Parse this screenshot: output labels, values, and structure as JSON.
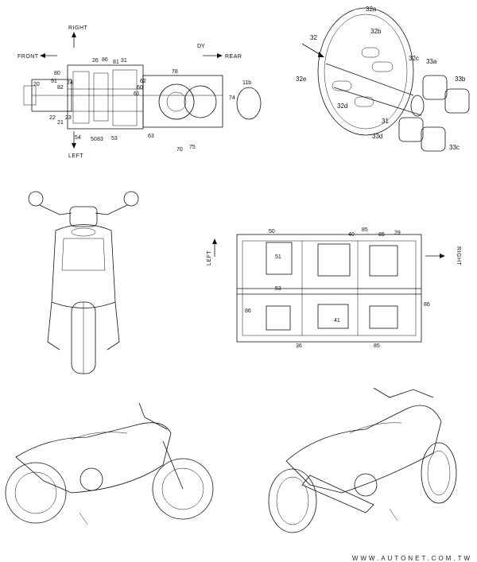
{
  "panel_engine_top": {
    "directions": {
      "right": "RIGHT",
      "front": "FRONT",
      "rear": "REAR",
      "left": "LEFT",
      "dy": "DY"
    },
    "labels": [
      "20",
      "80",
      "91",
      "82",
      "24",
      "22",
      "21",
      "23",
      "26",
      "86",
      "81",
      "31",
      "62",
      "60",
      "61",
      "78",
      "74",
      "11b",
      "54",
      "50",
      "83",
      "53",
      "63",
      "70",
      "75"
    ]
  },
  "panel_gear": {
    "labels": [
      "32",
      "32a",
      "32b",
      "32c",
      "32e",
      "32d",
      "31",
      "33a",
      "33b",
      "33d",
      "33c"
    ]
  },
  "panel_transmission": {
    "directions": {
      "left": "LEFT",
      "right": "RIGHT"
    },
    "labels": [
      "50",
      "85",
      "40",
      "85",
      "29",
      "51",
      "53",
      "86",
      "41",
      "86",
      "36",
      "85"
    ]
  },
  "watermark": "WWW.AUTONET.COM.TW"
}
